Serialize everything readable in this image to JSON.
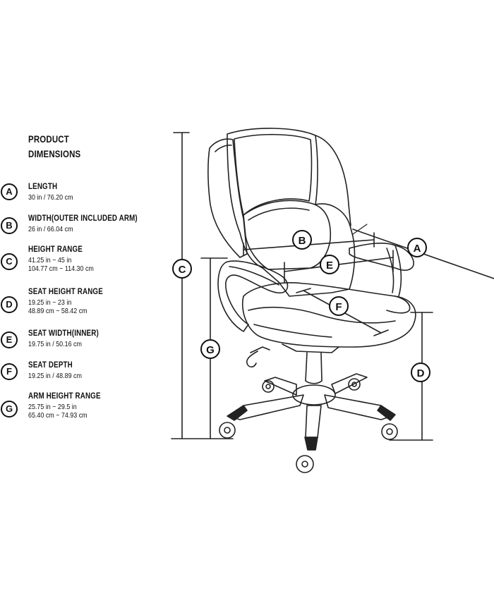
{
  "title_lines": [
    "PRODUCT",
    "DIMENSIONS"
  ],
  "specs": [
    {
      "letter": "A",
      "label": "LENGTH",
      "lines": [
        "30 in / 76.20 cm"
      ]
    },
    {
      "letter": "B",
      "label": "WIDTH(OUTER INCLUDED ARM)",
      "lines": [
        "26 in / 66.04 cm"
      ]
    },
    {
      "letter": "C",
      "label": "HEIGHT RANGE",
      "lines": [
        "41.25 in ~ 45 in",
        "104.77 cm ~ 114.30 cm"
      ]
    },
    {
      "letter": "D",
      "label": "SEAT HEIGHT RANGE",
      "lines": [
        "19.25 in ~ 23 in",
        "48.89 cm ~ 58.42 cm"
      ]
    },
    {
      "letter": "E",
      "label": "SEAT WIDTH(INNER)",
      "lines": [
        "19.75 in / 50.16 cm"
      ]
    },
    {
      "letter": "F",
      "label": "SEAT DEPTH",
      "lines": [
        "19.25 in / 48.89 cm"
      ]
    },
    {
      "letter": "G",
      "label": "ARM HEIGHT RANGE",
      "lines": [
        "25.75 in ~ 29.5 in",
        "65.40 cm ~ 74.93 cm"
      ]
    }
  ],
  "diagram_labels": {
    "A": "A",
    "B": "B",
    "C": "C",
    "D": "D",
    "E": "E",
    "F": "F",
    "G": "G"
  }
}
